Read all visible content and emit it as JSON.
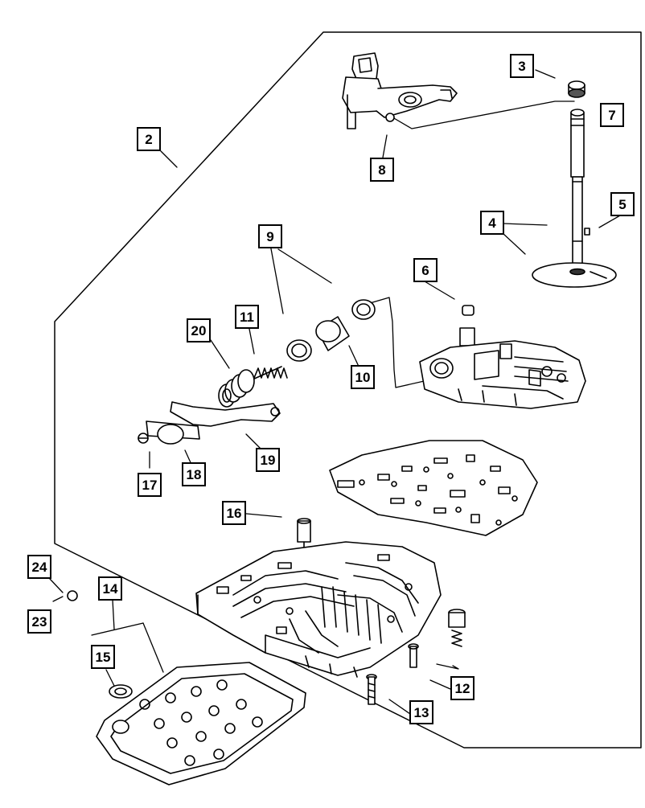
{
  "diagram": {
    "callouts": {
      "c2": "2",
      "c3": "3",
      "c4": "4",
      "c5": "5",
      "c6": "6",
      "c7": "7",
      "c8": "8",
      "c9": "9",
      "c10": "10",
      "c11": "11",
      "c12": "12",
      "c13": "13",
      "c14": "14",
      "c15": "15",
      "c16": "16",
      "c17": "17",
      "c18": "18",
      "c19": "19",
      "c20": "20",
      "c23": "23",
      "c24": "24"
    }
  }
}
